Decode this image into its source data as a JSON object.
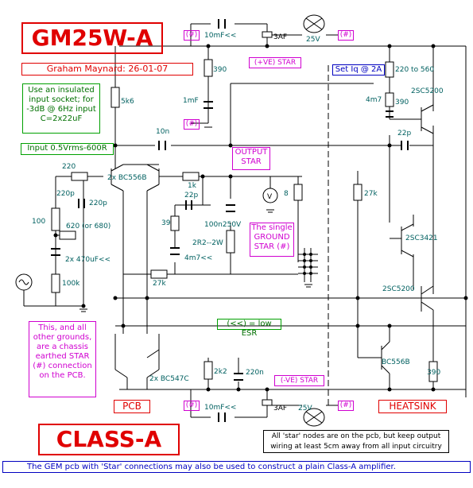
{
  "title": "GM25W-A",
  "author_line": "Graham Maynard: 26-01-07",
  "class_label": "CLASS-A",
  "notes": {
    "insulated_socket": "Use an insulated input socket; for -3dB @ 6Hz input C=2x22uF",
    "input_spec": "Input 0.5Vrms-600R",
    "set_iq": "Set Iq @ 2A",
    "output_star": "OUTPUT STAR",
    "ground_star": "The single GROUND STAR (#)",
    "low_esr": "(<<) = low ESR",
    "chassis_grounds": "This, and all other grounds, are a chassis earthed STAR (#) connection on the PCB.",
    "star_nodes": "All 'star' nodes are on the pcb,  but keep output wiring at least 5cm away from all input circuitry",
    "footer": "The GEM pcb with 'Star' connections may also be used to construct a plain Class-A amplifier."
  },
  "region_labels": {
    "pcb": "PCB",
    "heatsink": "HEATSINK"
  },
  "rails": {
    "positive": "(+VE) STAR",
    "negative": "(-VE) STAR"
  },
  "star_mark": "(#)",
  "components": {
    "cap_top": "10mF<<",
    "fuse_top": "3AF",
    "lamp_top": "25V",
    "r390_top": "390",
    "r5k6": "5k6",
    "c1mf": "1mF",
    "c10n": "10n",
    "r220_in": "220",
    "c220p_a": "220p",
    "c220p_b": "220p",
    "q_input": "2x BC556B",
    "r1k": "1k",
    "c22p_a": "22p",
    "r39": "39",
    "c100n": "100n250V",
    "r8": "8",
    "r100": "100",
    "r620": "620 (or 680)",
    "c470u": "2x 470uF<<",
    "r100k": "100k",
    "r2r2": "2R2--2W",
    "c4m7_a": "4m7<<",
    "r27k_a": "27k",
    "r220_560": "220 to 560",
    "c4m7_b": "4m7",
    "r390_b": "390",
    "q_2sc5200_top": "2SC5200",
    "c22p_b": "22p",
    "r27k_b": "27k",
    "q_2sc3421": "2SC3421",
    "q_2sc5200_bot": "2SC5200",
    "q_bc547c": "2x BC547C",
    "r2k2": "2k2",
    "c220n": "220n",
    "q_bc556b": "BC556B",
    "r390_bot": "390",
    "cap_bot": "10mF<<",
    "fuse_bot": "3AF",
    "lamp_bot": "25V"
  },
  "colors": {
    "title": "#e00000",
    "note_green": "#007000",
    "note_magenta": "#d000d0",
    "note_blue": "#0000c0",
    "label": "#006060"
  }
}
